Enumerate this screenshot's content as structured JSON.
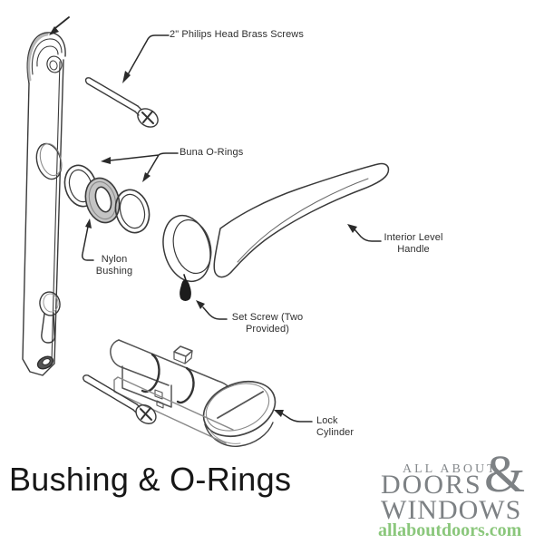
{
  "diagram": {
    "title": "Bushing & O-Rings",
    "labels": {
      "screws": "2\" Philips Head Brass Screws",
      "orings": "Buna O-Rings",
      "bushing": "Nylon Bushing",
      "handle": "Interior Level Handle",
      "setscrew": "Set Screw (Two Provided)",
      "cylinder": "Lock Cylinder"
    }
  },
  "logo": {
    "line1": "ALL ABOUT",
    "line2": "DOORS",
    "ampersand": "&",
    "line3": "WINDOWS",
    "url": "allaboutdoors.com"
  },
  "colors": {
    "ink": "#2e2e2e",
    "line_art": "#3a3a3a",
    "shade_gray": "#c4c4c4",
    "logo_gray": "#7d8184",
    "logo_gray_light": "#85898c",
    "logo_green": "#8bc77c",
    "background": "#ffffff"
  }
}
